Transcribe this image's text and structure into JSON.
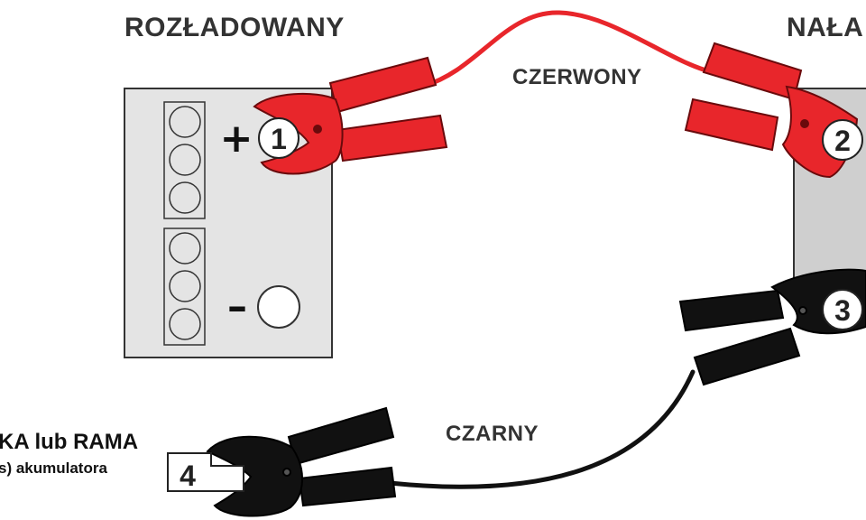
{
  "labels": {
    "discharged": "ROZŁADOWANY",
    "charged": "NAŁA",
    "red_cable": "CZERWONY",
    "black_cable": "CZARNY",
    "ground": "KA lub RAMA",
    "ground_sub": "s) akumulatora"
  },
  "markers": {
    "step1": "1",
    "step2": "2",
    "step3": "3",
    "step4": "4"
  },
  "signs": {
    "plus": "+",
    "minus": "–"
  },
  "colors": {
    "red_clamp": "#e8262b",
    "red_clamp_dark": "#c01a1e",
    "black_clamp": "#111111",
    "battery_discharged": "#e4e4e4",
    "battery_charged": "#cfcfcf",
    "outline": "#333333"
  }
}
